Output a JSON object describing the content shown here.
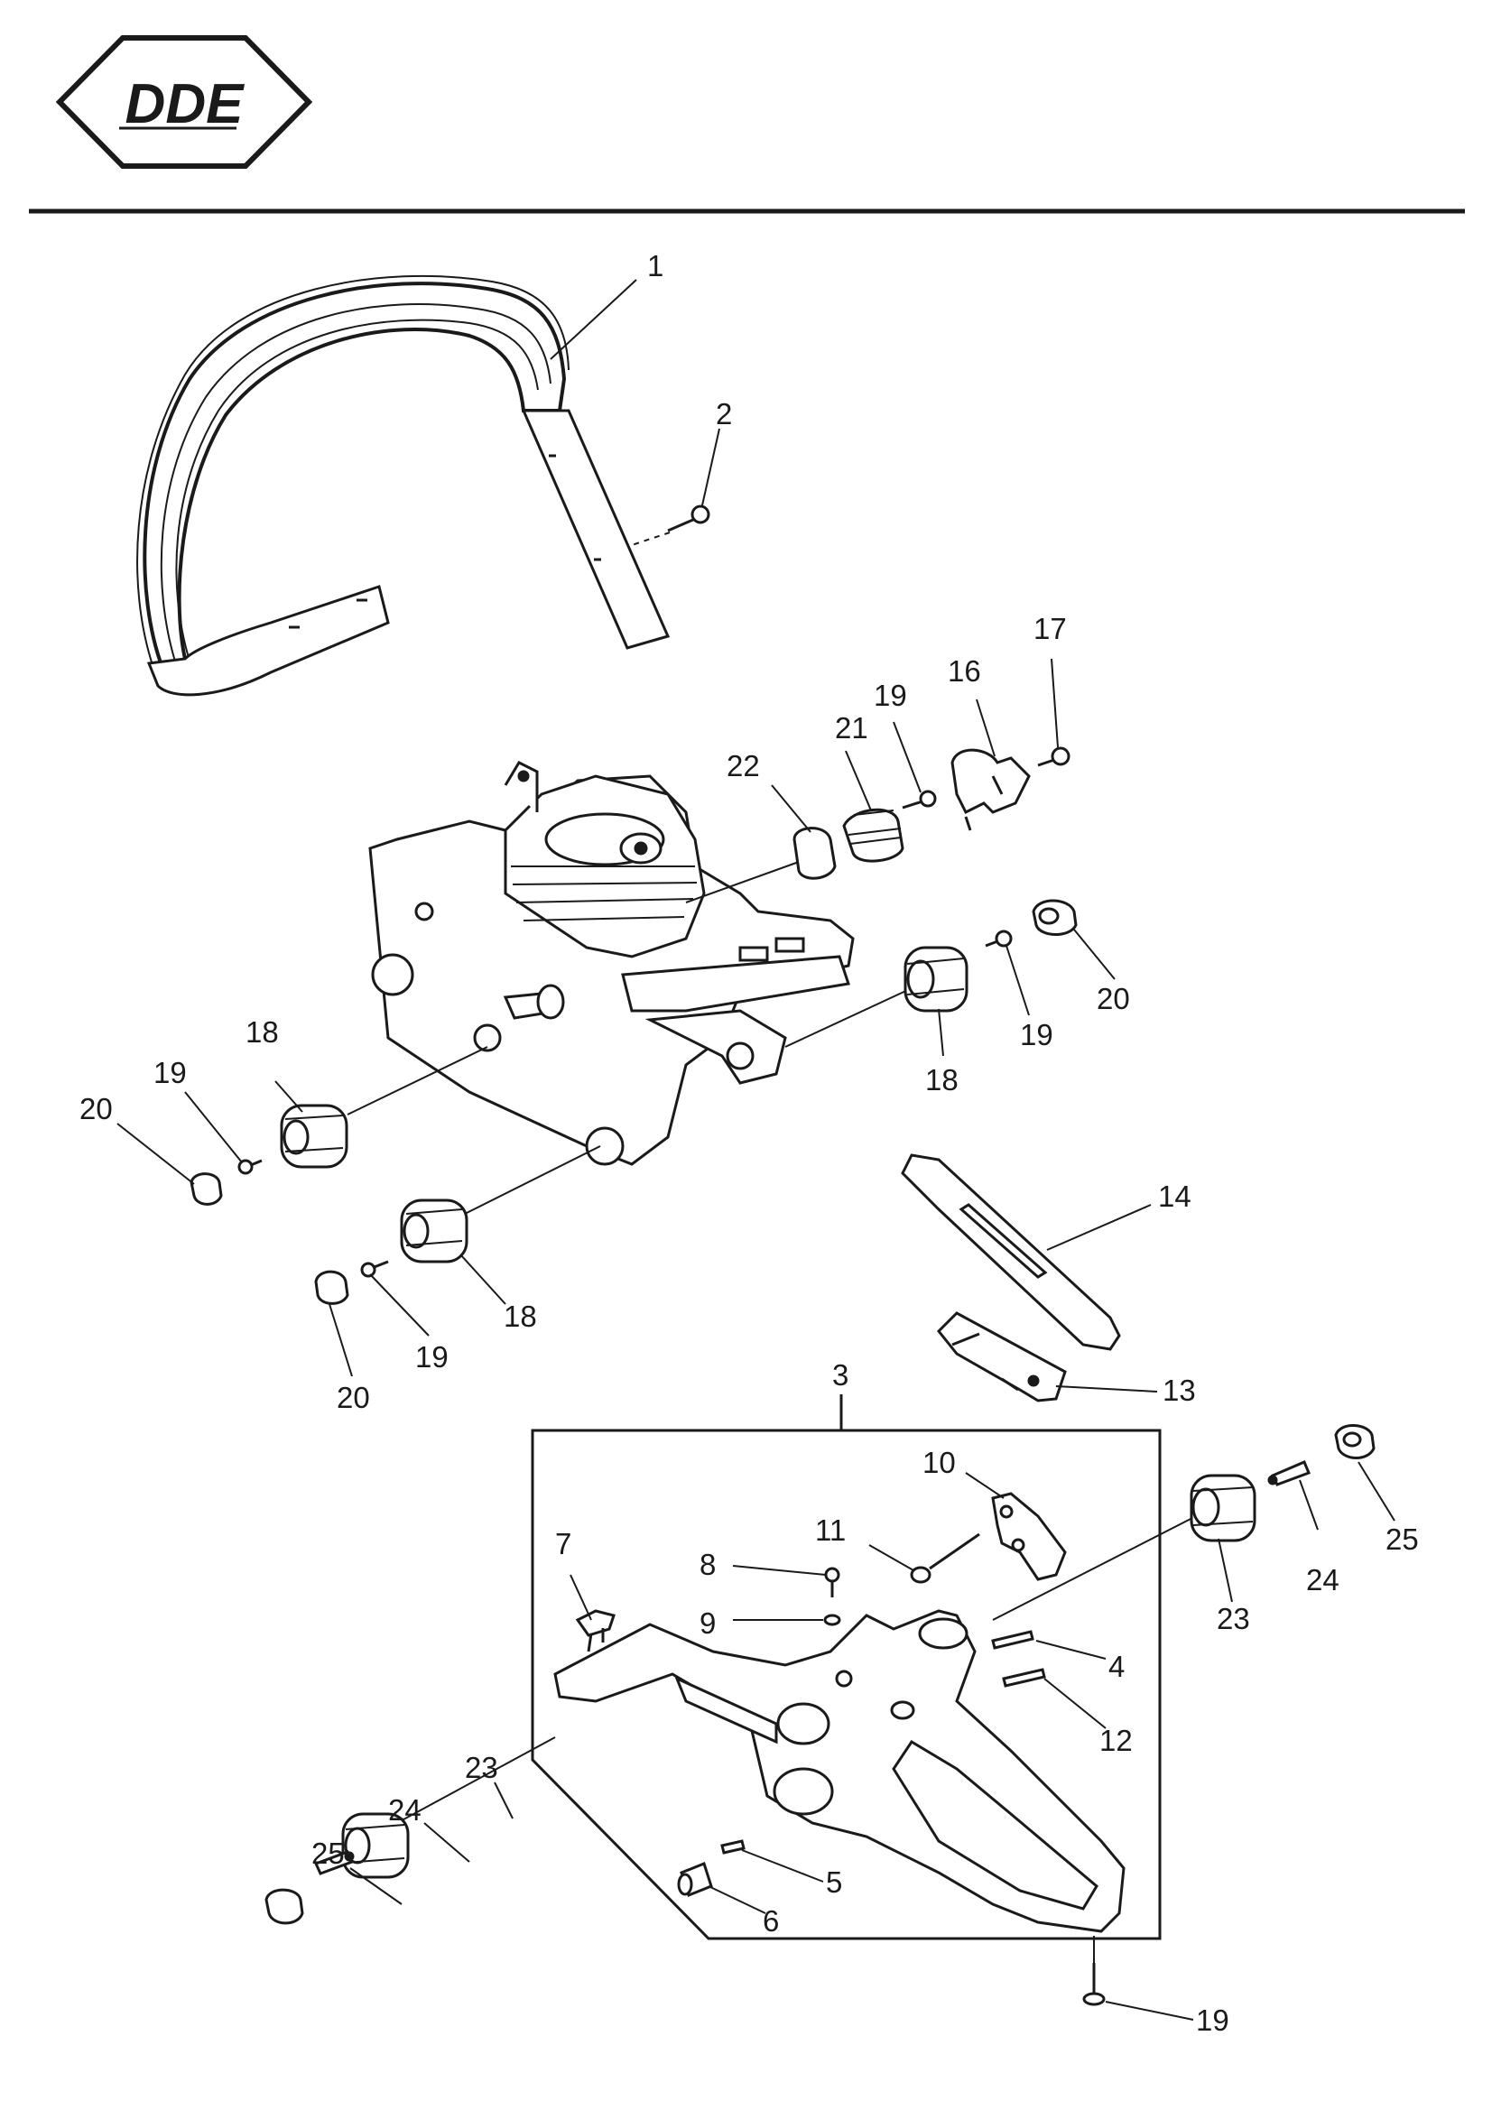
{
  "logo": {
    "text": "DDE"
  },
  "colors": {
    "ink": "#1a1a1a",
    "background": "#ffffff"
  },
  "labels": [
    "1",
    "2",
    "3",
    "4",
    "5",
    "6",
    "7",
    "8",
    "9",
    "10",
    "11",
    "12",
    "13",
    "14",
    "16",
    "17",
    "18",
    "19",
    "20",
    "21",
    "22",
    "23",
    "24",
    "25"
  ],
  "callouts": [
    {
      "id": "1",
      "text": "1"
    },
    {
      "id": "2",
      "text": "2"
    },
    {
      "id": "17",
      "text": "17"
    },
    {
      "id": "16",
      "text": "16"
    },
    {
      "id": "19a",
      "text": "19"
    },
    {
      "id": "21",
      "text": "21"
    },
    {
      "id": "22",
      "text": "22"
    },
    {
      "id": "20a",
      "text": "20"
    },
    {
      "id": "19b",
      "text": "19"
    },
    {
      "id": "18a",
      "text": "18"
    },
    {
      "id": "18b",
      "text": "18"
    },
    {
      "id": "19c",
      "text": "19"
    },
    {
      "id": "20b",
      "text": "20"
    },
    {
      "id": "14",
      "text": "14"
    },
    {
      "id": "18c",
      "text": "18"
    },
    {
      "id": "19d",
      "text": "19"
    },
    {
      "id": "20c",
      "text": "20"
    },
    {
      "id": "3",
      "text": "3"
    },
    {
      "id": "13",
      "text": "13"
    },
    {
      "id": "10",
      "text": "10"
    },
    {
      "id": "11",
      "text": "11"
    },
    {
      "id": "7",
      "text": "7"
    },
    {
      "id": "8",
      "text": "8"
    },
    {
      "id": "9",
      "text": "9"
    },
    {
      "id": "4",
      "text": "4"
    },
    {
      "id": "12",
      "text": "12"
    },
    {
      "id": "23a",
      "text": "23"
    },
    {
      "id": "24a",
      "text": "24"
    },
    {
      "id": "25a",
      "text": "25"
    },
    {
      "id": "23b",
      "text": "23"
    },
    {
      "id": "24b",
      "text": "24"
    },
    {
      "id": "25b",
      "text": "25"
    },
    {
      "id": "5",
      "text": "5"
    },
    {
      "id": "6",
      "text": "6"
    },
    {
      "id": "19e",
      "text": "19"
    }
  ]
}
